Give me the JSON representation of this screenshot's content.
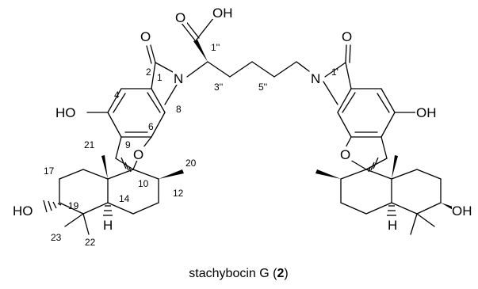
{
  "compound": {
    "name": "stachybocin G",
    "number": "2"
  },
  "atoms": {
    "oxygen": "O",
    "hydroxyl": "OH",
    "hydroxyl_left": "HO",
    "nitrogen": "N",
    "hydrogen": "H"
  },
  "locants": {
    "c1": "1",
    "c2": "2",
    "c4": "4",
    "c6": "6",
    "c8": "8",
    "c9": "9",
    "c10": "10",
    "c12": "12",
    "c14": "14",
    "c17": "17",
    "c19": "19",
    "c20": "20",
    "c21": "21",
    "c22": "22",
    "c23": "23",
    "c1pp": "1''",
    "c3pp": "3''",
    "c5pp": "5''",
    "c1p": "1'"
  }
}
